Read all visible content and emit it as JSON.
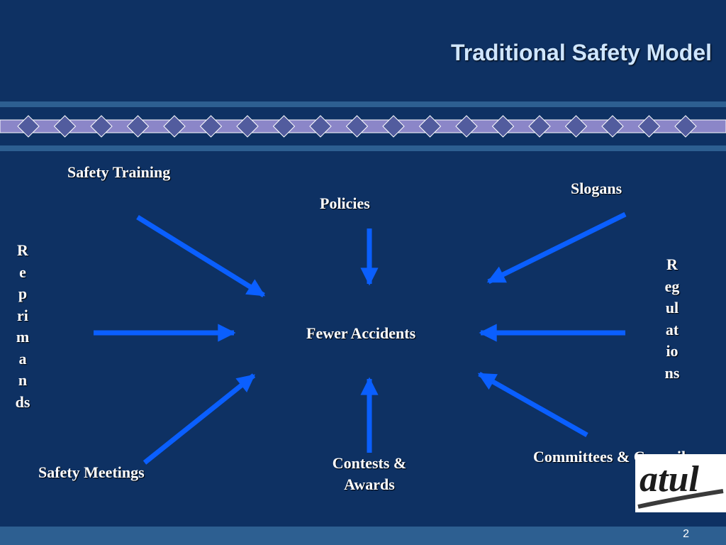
{
  "slide": {
    "title": "Traditional Safety Model",
    "page_number": "2"
  },
  "diagram": {
    "center": "Fewer Accidents",
    "inputs": {
      "safety_training": "Safety Training",
      "policies": "Policies",
      "slogans": "Slogans",
      "reprimands": [
        "R",
        "e",
        "p",
        "ri",
        "m",
        "a",
        "n",
        "ds"
      ],
      "regulations": [
        "R",
        "eg",
        "ul",
        "at",
        "io",
        "ns"
      ],
      "safety_meetings": "Safety Meetings",
      "contests_line1": "Contests &",
      "contests_line2": "Awards",
      "committees": "Committees & Councils"
    }
  },
  "logo": {
    "text": "atul"
  },
  "colors": {
    "background": "#0e3163",
    "arrow": "#0a5fff",
    "band": "#2d5f91",
    "band_strip": "#8b86c8",
    "diamond": "#525c9e",
    "title": "#cfe6ff"
  }
}
